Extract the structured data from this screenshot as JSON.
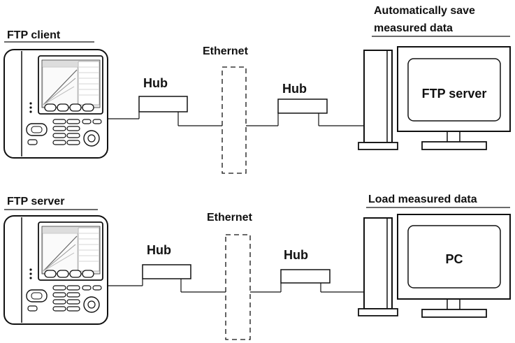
{
  "top": {
    "device_label": "FTP client",
    "network_label": "Ethernet",
    "hub_left_label": "Hub",
    "hub_right_label": "Hub",
    "pc_caption_line1": "Automatically save",
    "pc_caption_line2": "measured data",
    "pc_screen_label": "FTP server"
  },
  "bottom": {
    "device_label": "FTP server",
    "network_label": "Ethernet",
    "hub_left_label": "Hub",
    "hub_right_label": "Hub",
    "pc_caption": "Load measured data",
    "pc_screen_label": "PC"
  }
}
